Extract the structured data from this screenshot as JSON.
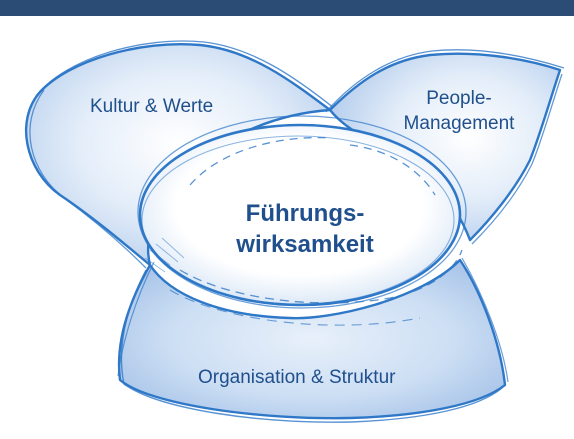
{
  "diagram": {
    "areas": {
      "kultur": "Kultur & Werte",
      "people_line1": "People-",
      "people_line2": "Management",
      "center_line1": "Führungs-",
      "center_line2": "wirksamkeit",
      "organisation": "Organisation & Struktur"
    },
    "colors": {
      "header_bar": "#2b4d75",
      "outline": "#2f78c8",
      "fill_outer": "#cfe0f5",
      "fill_inner": "#ffffff",
      "text": "#1f4f8c"
    }
  }
}
